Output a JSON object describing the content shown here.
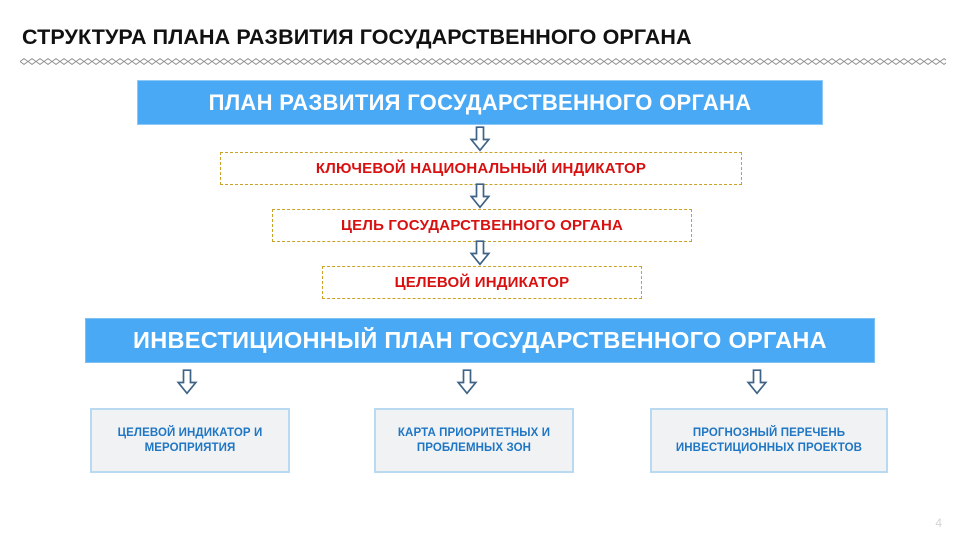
{
  "slide": {
    "title": "СТРУКТУРА ПЛАНА РАЗВИТИЯ ГОСУДАРСТВЕННОГО ОРГАНА",
    "page_number": "4",
    "colors": {
      "banner_blue": "#4aa9f5",
      "banner_blue_border": "#8cc9f7",
      "dashed_border": "#c9a227",
      "red_text": "#d81010",
      "box_fill_gray": "#f1f2f3",
      "box_border_blue": "#b9d9f0",
      "box_text_blue": "#1f76c4",
      "arrow_stroke": "#3f6386",
      "divider_gray": "#8a8a8a",
      "page_number_gray": "#d3d3d3"
    }
  },
  "banners": {
    "top": "ПЛАН РАЗВИТИЯ ГОСУДАРСТВЕННОГО ОРГАНА",
    "investment": "ИНВЕСТИЦИОННЫЙ ПЛАН ГОСУДАРСТВЕННОГО ОРГАНА"
  },
  "chain": [
    {
      "label": "КЛЮЧЕВОЙ НАЦИОНАЛЬНЫЙ ИНДИКАТОР"
    },
    {
      "label": "ЦЕЛЬ ГОСУДАРСТВЕННОГО ОРГАНА"
    },
    {
      "label": "ЦЕЛЕВОЙ ИНДИКАТОР"
    }
  ],
  "components": [
    {
      "line1": "ЦЕЛЕВОЙ ИНДИКАТОР И",
      "line2": "МЕРОПРИЯТИЯ"
    },
    {
      "line1": "КАРТА ПРИОРИТЕТНЫХ И",
      "line2": "ПРОБЛЕМНЫХ ЗОН"
    },
    {
      "line1": "ПРОГНОЗНЫЙ ПЕРЕЧЕНЬ",
      "line2": "ИНВЕСТИЦИОННЫХ ПРОЕКТОВ"
    }
  ],
  "icons": {
    "flow_arrow": "down-block-arrow",
    "divider": "chain-ornament-rule"
  }
}
